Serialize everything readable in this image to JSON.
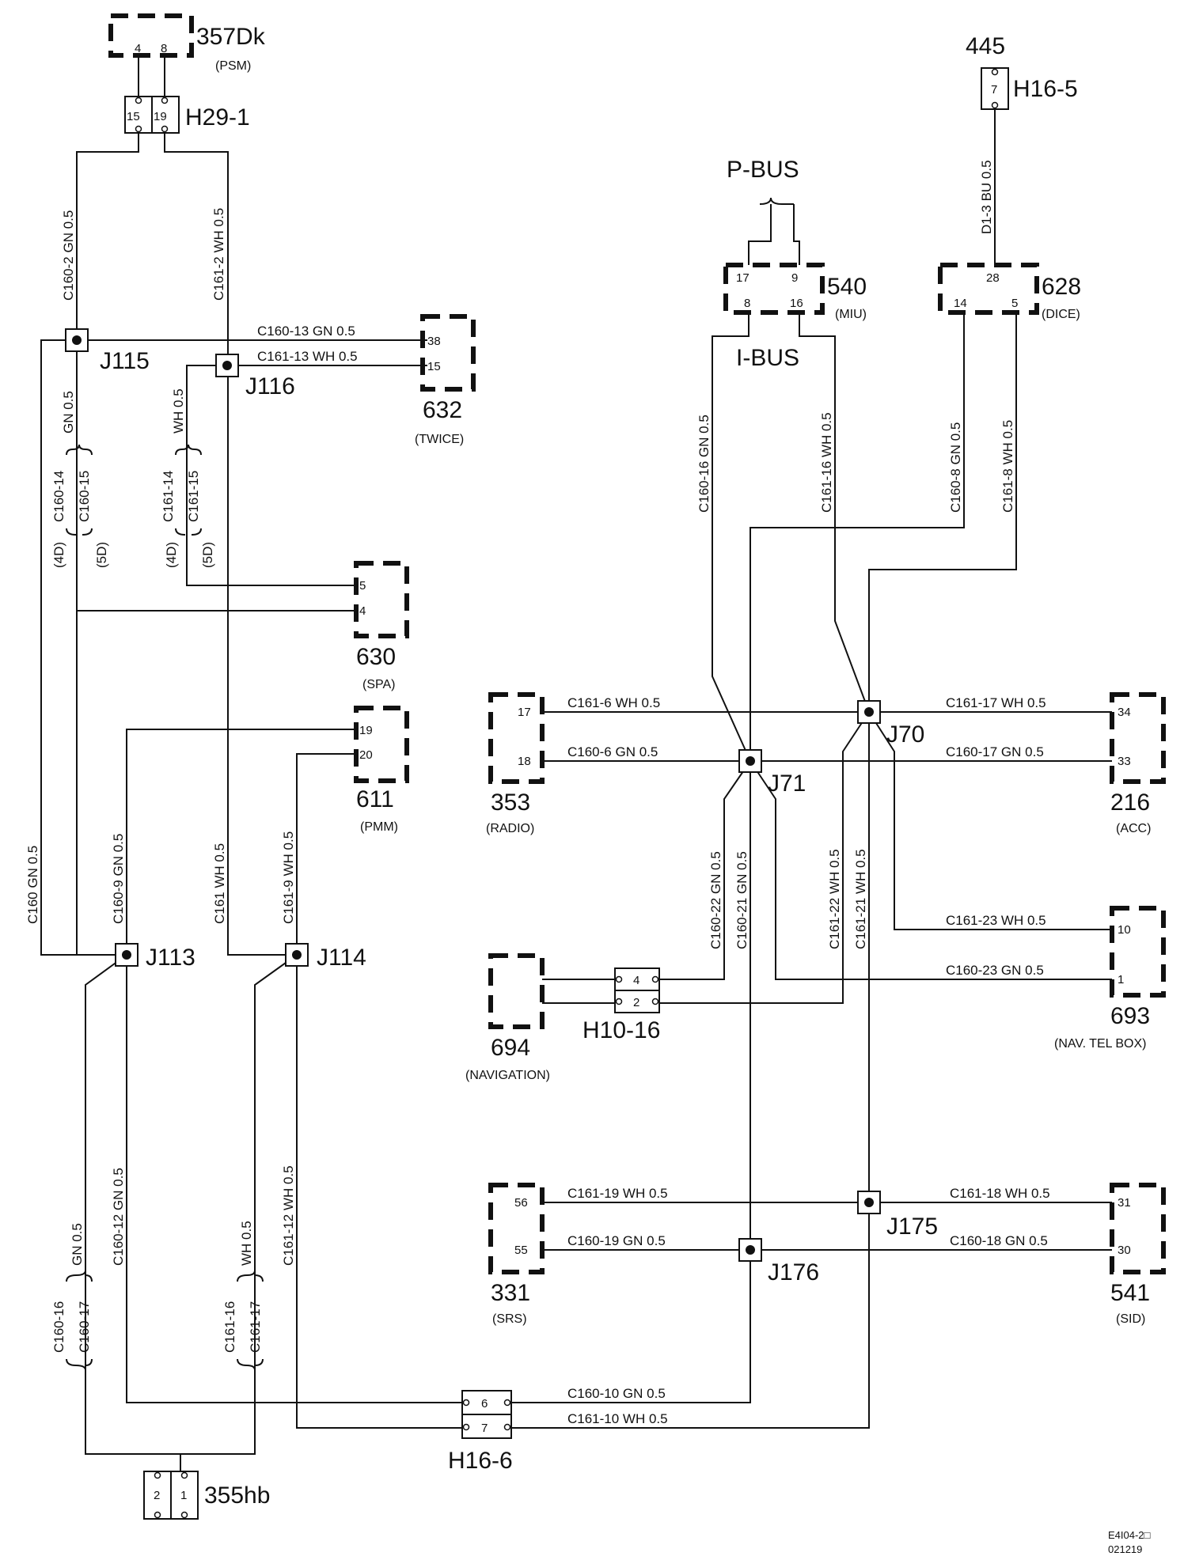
{
  "components": {
    "c357": {
      "number": "357Dk",
      "name": "(PSM)",
      "pins": [
        "4",
        "8"
      ]
    },
    "c445": {
      "number": "445",
      "pins": [
        "7"
      ]
    },
    "c540": {
      "number": "540",
      "name": "(MIU)",
      "pins": [
        "17",
        "9",
        "8",
        "16"
      ]
    },
    "c628": {
      "number": "628",
      "name": "(DICE)",
      "pins": [
        "28",
        "14",
        "5"
      ]
    },
    "c632": {
      "number": "632",
      "name": "(TWICE)",
      "pins": [
        "38",
        "15"
      ]
    },
    "c630": {
      "number": "630",
      "name": "(SPA)",
      "pins": [
        "5",
        "4"
      ]
    },
    "c611": {
      "number": "611",
      "name": "(PMM)",
      "pins": [
        "19",
        "20"
      ]
    },
    "c353": {
      "number": "353",
      "name": "(RADIO)",
      "pins": [
        "17",
        "18"
      ]
    },
    "c216": {
      "number": "216",
      "name": "(ACC)",
      "pins": [
        "34",
        "33"
      ]
    },
    "c693": {
      "number": "693",
      "name": "(NAV. TEL BOX)",
      "pins": [
        "10",
        "1"
      ]
    },
    "c694": {
      "number": "694",
      "name": "(NAVIGATION)"
    },
    "c331": {
      "number": "331",
      "name": "(SRS)",
      "pins": [
        "56",
        "55"
      ]
    },
    "c541": {
      "number": "541",
      "name": "(SID)",
      "pins": [
        "31",
        "30"
      ]
    },
    "c355": {
      "number": "355hb",
      "pins": [
        "2",
        "1"
      ]
    }
  },
  "connectors": {
    "h29": {
      "label": "H29-1",
      "pins": [
        "15",
        "19"
      ]
    },
    "h165": {
      "label": "H16-5"
    },
    "h1016": {
      "label": "H10-16",
      "pins": [
        "4",
        "2"
      ]
    },
    "h166": {
      "label": "H16-6",
      "pins": [
        "6",
        "7"
      ]
    }
  },
  "bus": {
    "p": "P-BUS",
    "i": "I-BUS"
  },
  "junctions": {
    "j115": "J115",
    "j116": "J116",
    "j113": "J113",
    "j114": "J114",
    "j70": "J70",
    "j71": "J71",
    "j175": "J175",
    "j176": "J176"
  },
  "wires": {
    "w_c160_2": "C160-2  GN  0.5",
    "w_c161_2": "C161-2  WH  0.5",
    "w_c160_13": "C160-13   GN   0.5",
    "w_c161_13": "C161-13   WH   0.5",
    "w_gn_05": "GN   0.5",
    "w_wh_05": "WH   0.5",
    "w_c160_14": "C160-14",
    "w_c160_15": "C160-15",
    "w_c161_14": "C161-14",
    "w_c161_15": "C161-15",
    "w_4d": "(4D)",
    "w_5d": "(5D)",
    "w_c160": "C160   GN   0.5",
    "w_c160_9": "C160-9   GN   0.5",
    "w_c161": "C161   WH   0.5",
    "w_c161_9": "C161-9   WH   0.5",
    "w_c160_12": "C160-12   GN   0.5",
    "w_c161_12": "C161-12   WH   0.5",
    "w_c160_16L": "C160-16",
    "w_c160_17L": "C160-17",
    "w_c161_16L": "C161-16",
    "w_c161_17L": "C161-17",
    "w_d13": "D1-3   BU   0.5",
    "w_c160_16": "C160-16   GN   0.5",
    "w_c161_16": "C161-16   WH   0.5",
    "w_c160_8": "C160-8   GN   0.5",
    "w_c161_8": "C161-8   WH   0.5",
    "w_c161_6": "C161-6   WH   0.5",
    "w_c160_6": "C160-6   GN   0.5",
    "w_c161_17": "C161-17   WH   0.5",
    "w_c160_17": "C160-17   GN   0.5",
    "w_c160_22": "C160-22   GN   0.5",
    "w_c160_21": "C160-21   GN   0.5",
    "w_c161_22": "C161-22   WH   0.5",
    "w_c161_21": "C161-21   WH   0.5",
    "w_c161_23": "C161-23   WH   0.5",
    "w_c160_23": "C160-23   GN   0.5",
    "w_c161_19": "C161-19   WH   0.5",
    "w_c160_19": "C160-19   GN   0.5",
    "w_c161_18": "C161-18   WH   0.5",
    "w_c160_18": "C160-18   GN   0.5",
    "w_c160_10": "C160-10   GN   0.5",
    "w_c161_10": "C161-10   WH   0.5"
  },
  "footer": {
    "code1": "E4I04-2□",
    "code2": "021219"
  }
}
